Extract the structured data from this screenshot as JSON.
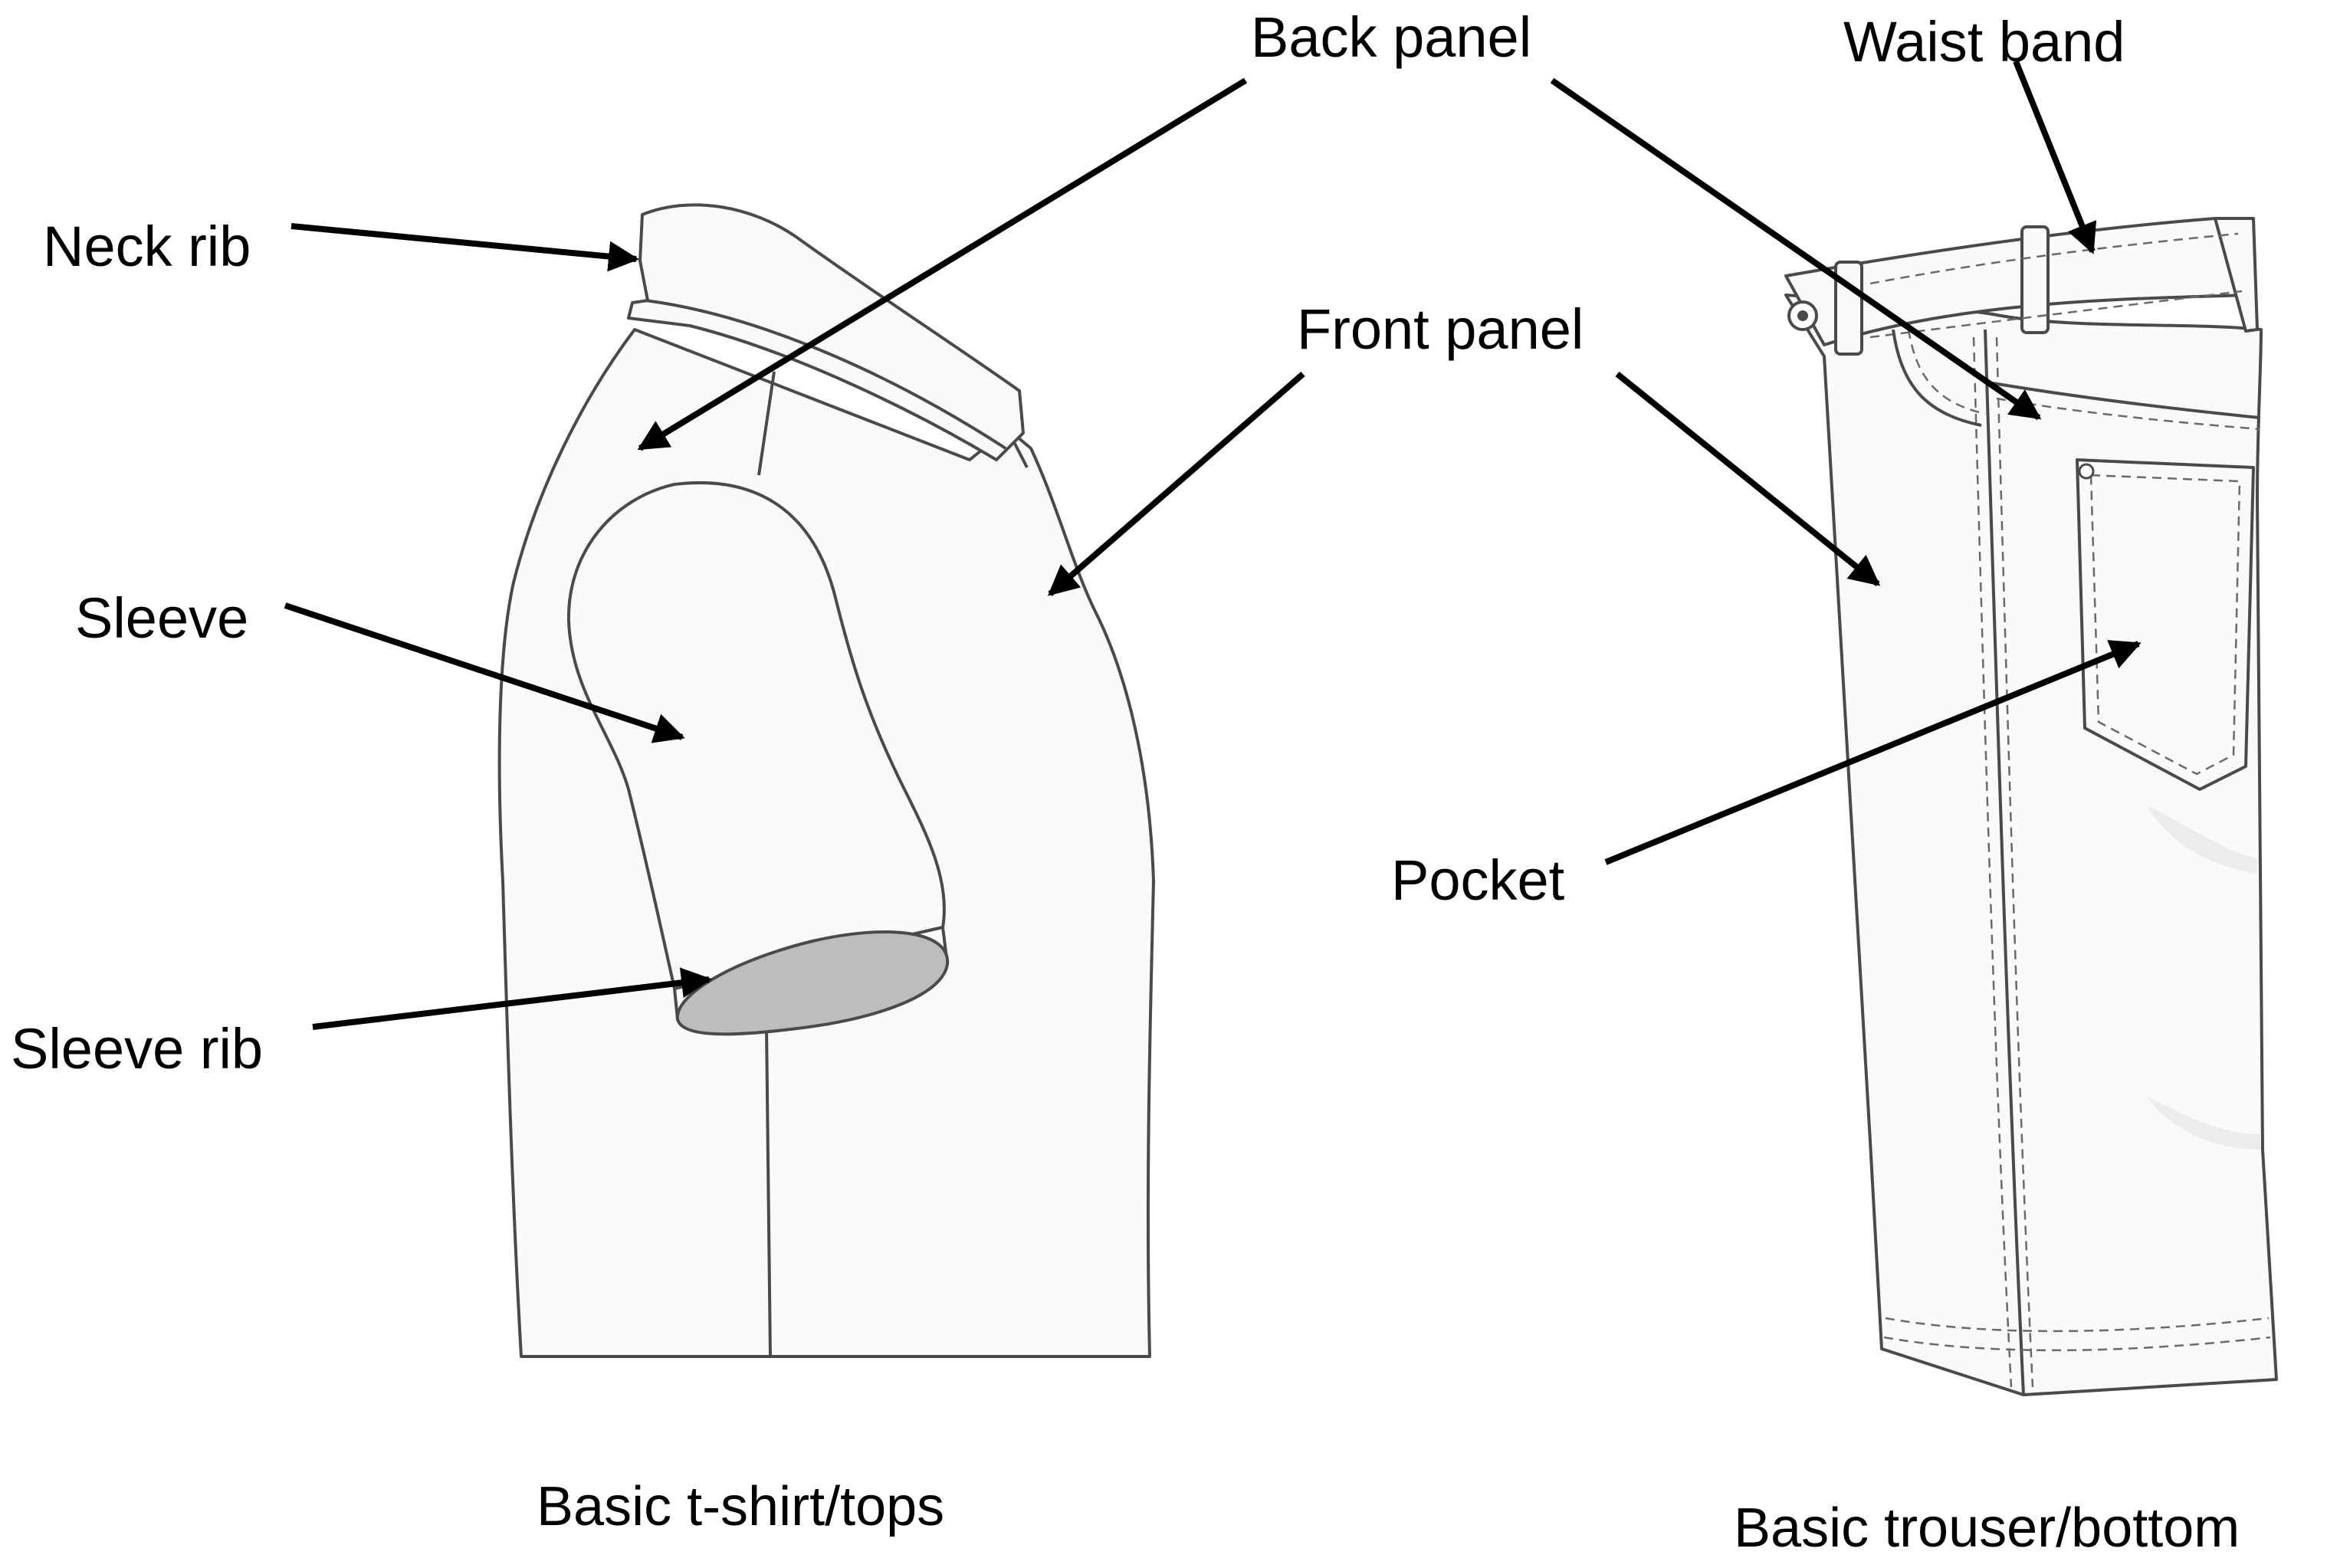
{
  "labels": {
    "neck_rib": "Neck rib",
    "back_panel": "Back panel",
    "waist_band": "Waist band",
    "front_panel": "Front panel",
    "sleeve": "Sleeve",
    "sleeve_rib": "Sleeve rib",
    "pocket": "Pocket"
  },
  "captions": {
    "tshirt": "Basic t-shirt/tops",
    "trouser": "Basic trouser/bottom"
  },
  "colors": {
    "line": "#000000",
    "garment_outline": "#4a4a4a",
    "garment_fill": "#fafafa",
    "cuff_fill": "#bdbdbd"
  }
}
